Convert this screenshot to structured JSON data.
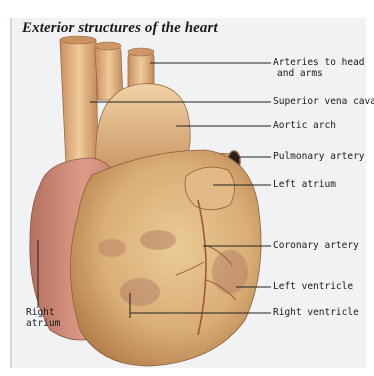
{
  "title": "Exterior structures of the heart",
  "labels": {
    "arteries_line1": "Arteries to head",
    "arteries_line2": "and arms",
    "superior_vena_cava": "Superior vena cava",
    "aortic_arch": "Aortic arch",
    "pulmonary_artery": "Pulmonary artery",
    "left_atrium": "Left atrium",
    "coronary_artery": "Coronary artery",
    "left_ventricle": "Left ventricle",
    "right_ventricle": "Right ventricle",
    "right_atrium_line1": "Right",
    "right_atrium_line2": "atrium"
  },
  "colors": {
    "panel": "#f1f2f4",
    "vessel": "#e3bb8c",
    "muscle": "#d6a870",
    "muscle_shadow": "#b9834c",
    "atrium": "#cf8e7c",
    "bruise": "#a8705e",
    "leader": "#222222"
  }
}
